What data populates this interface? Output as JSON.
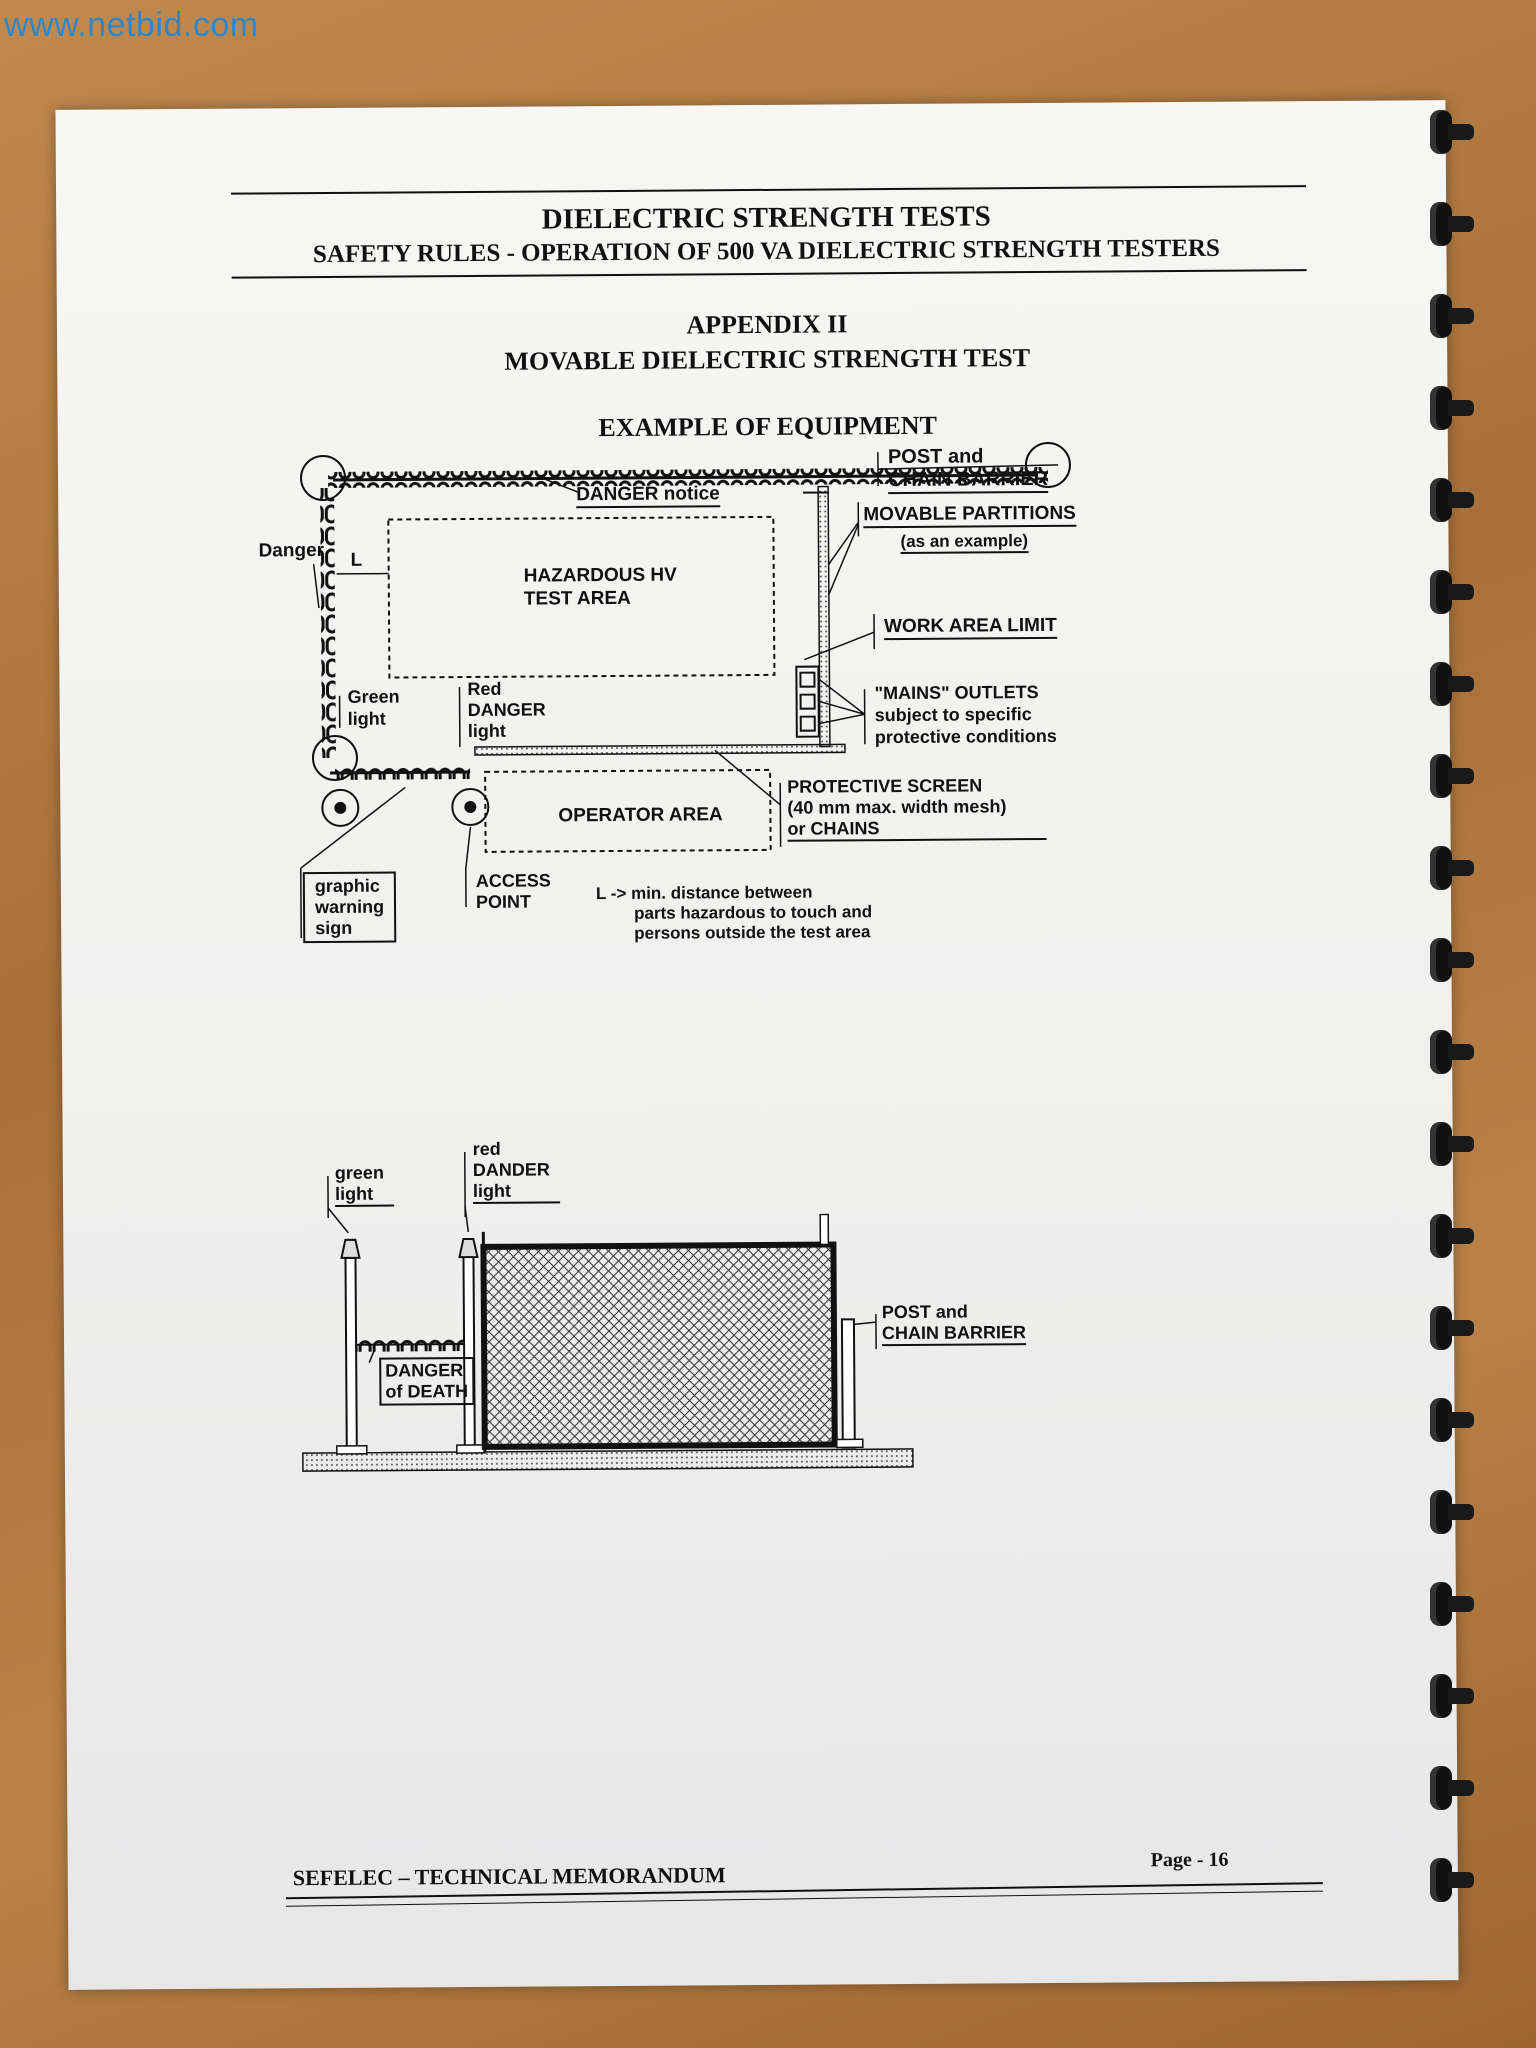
{
  "watermark": "www.netbid.com",
  "header": {
    "title": "DIELECTRIC STRENGTH TESTS",
    "subtitle": "SAFETY RULES  - OPERATION OF 500 VA DIELECTRIC STRENGTH TESTERS"
  },
  "appendix": {
    "line1": "APPENDIX II",
    "line2": "MOVABLE DIELECTRIC STRENGTH TEST",
    "line3": "EXAMPLE OF EQUIPMENT"
  },
  "diagram_top": {
    "post_chain": [
      "POST and",
      "CHAIN BARRIER"
    ],
    "danger_notice": "DANGER notice",
    "movable_partitions": "MOVABLE PARTITIONS",
    "as_example": "(as an example)",
    "danger": "Danger",
    "l_label": "L",
    "hazard_area": [
      "HAZARDOUS HV",
      "TEST AREA"
    ],
    "work_area_limit": "WORK AREA LIMIT",
    "mains": [
      "\"MAINS\" OUTLETS",
      "subject to specific",
      "protective conditions"
    ],
    "green_light": [
      "Green",
      "light"
    ],
    "red_danger": [
      "Red",
      "DANGER",
      "light"
    ],
    "protective_screen": [
      "PROTECTIVE SCREEN",
      "(40 mm max. width mesh)",
      "or CHAINS"
    ],
    "operator_area": "OPERATOR AREA",
    "graphic_sign": [
      "graphic",
      "warning",
      "sign"
    ],
    "access_point": [
      "ACCESS",
      "POINT"
    ],
    "l_definition": [
      "L -> min. distance between",
      "parts hazardous to touch and",
      "persons outside the test area"
    ]
  },
  "diagram_bottom": {
    "green_light": [
      "green",
      "light"
    ],
    "red_dander": [
      "red",
      "DANDER",
      "light"
    ],
    "post_chain": [
      "POST and",
      "CHAIN BARRIER"
    ],
    "danger_death": [
      "DANGER",
      "of DEATH"
    ]
  },
  "footer": {
    "left": "SEFELEC – TECHNICAL MEMORANDUM",
    "right": "Page - 16"
  }
}
